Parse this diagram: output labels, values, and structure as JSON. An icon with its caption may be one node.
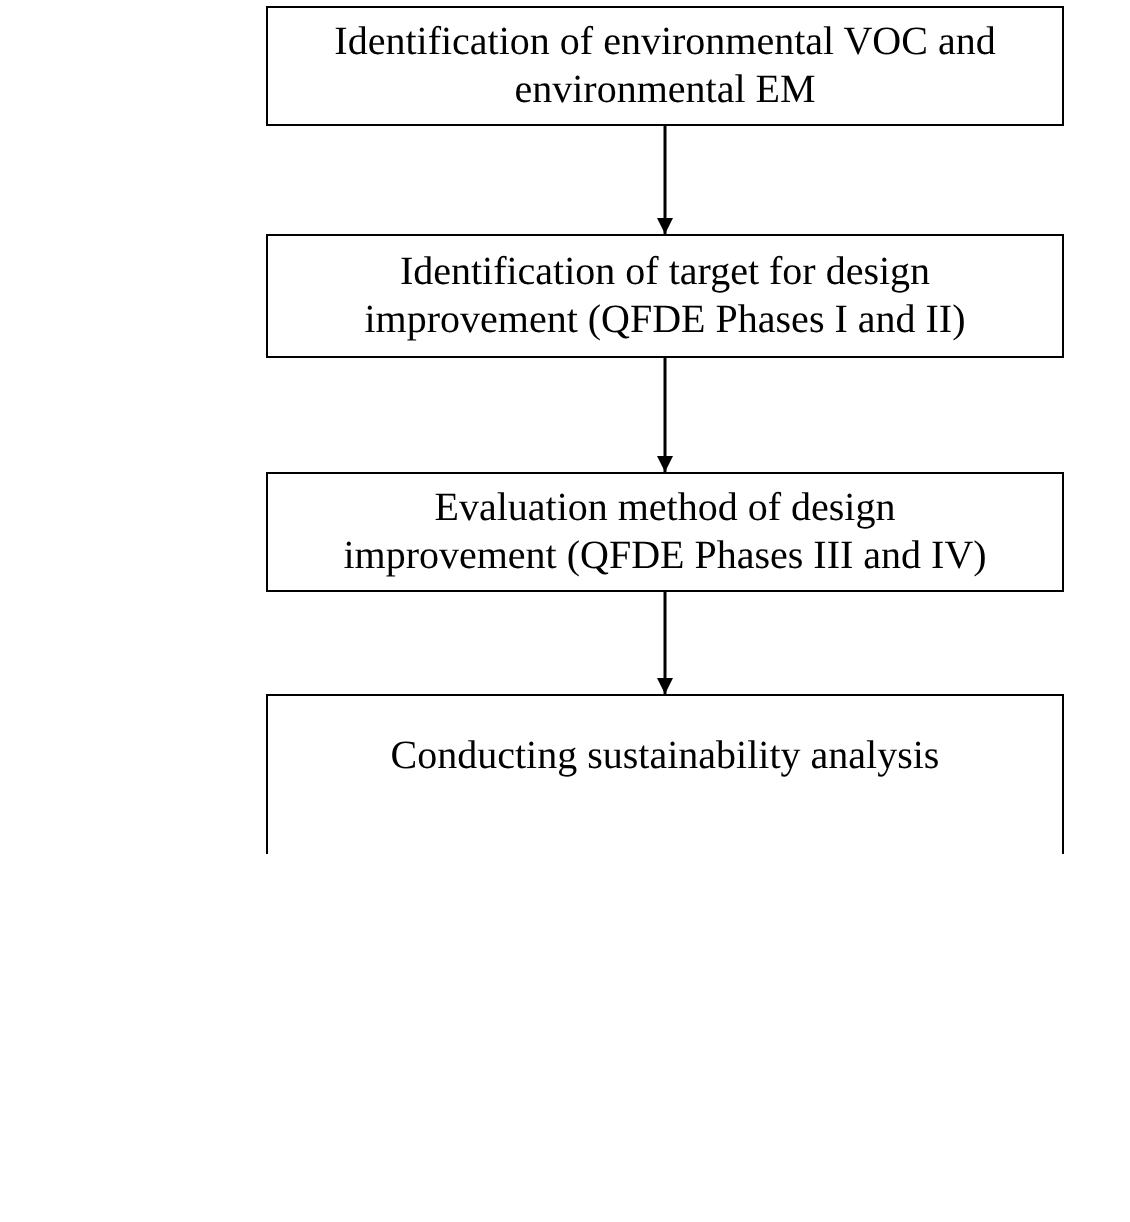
{
  "diagram": {
    "nodes": [
      {
        "text": [
          "Identification of environmental VOC and environmental EM"
        ]
      },
      {
        "text": [
          "Identification of target for design improvement (QFDE Phases I and II)"
        ]
      },
      {
        "text": [
          "Evaluation method of design improvement (QFDE Phases III and IV)"
        ]
      },
      {
        "text": [
          "Conducting sustainability analysis"
        ]
      }
    ],
    "edges": [
      {
        "from": 0,
        "to": 1,
        "arrow": "to"
      },
      {
        "from": 1,
        "to": 2,
        "arrow": "to"
      },
      {
        "from": 2,
        "to": 3,
        "arrow": "to"
      }
    ]
  }
}
